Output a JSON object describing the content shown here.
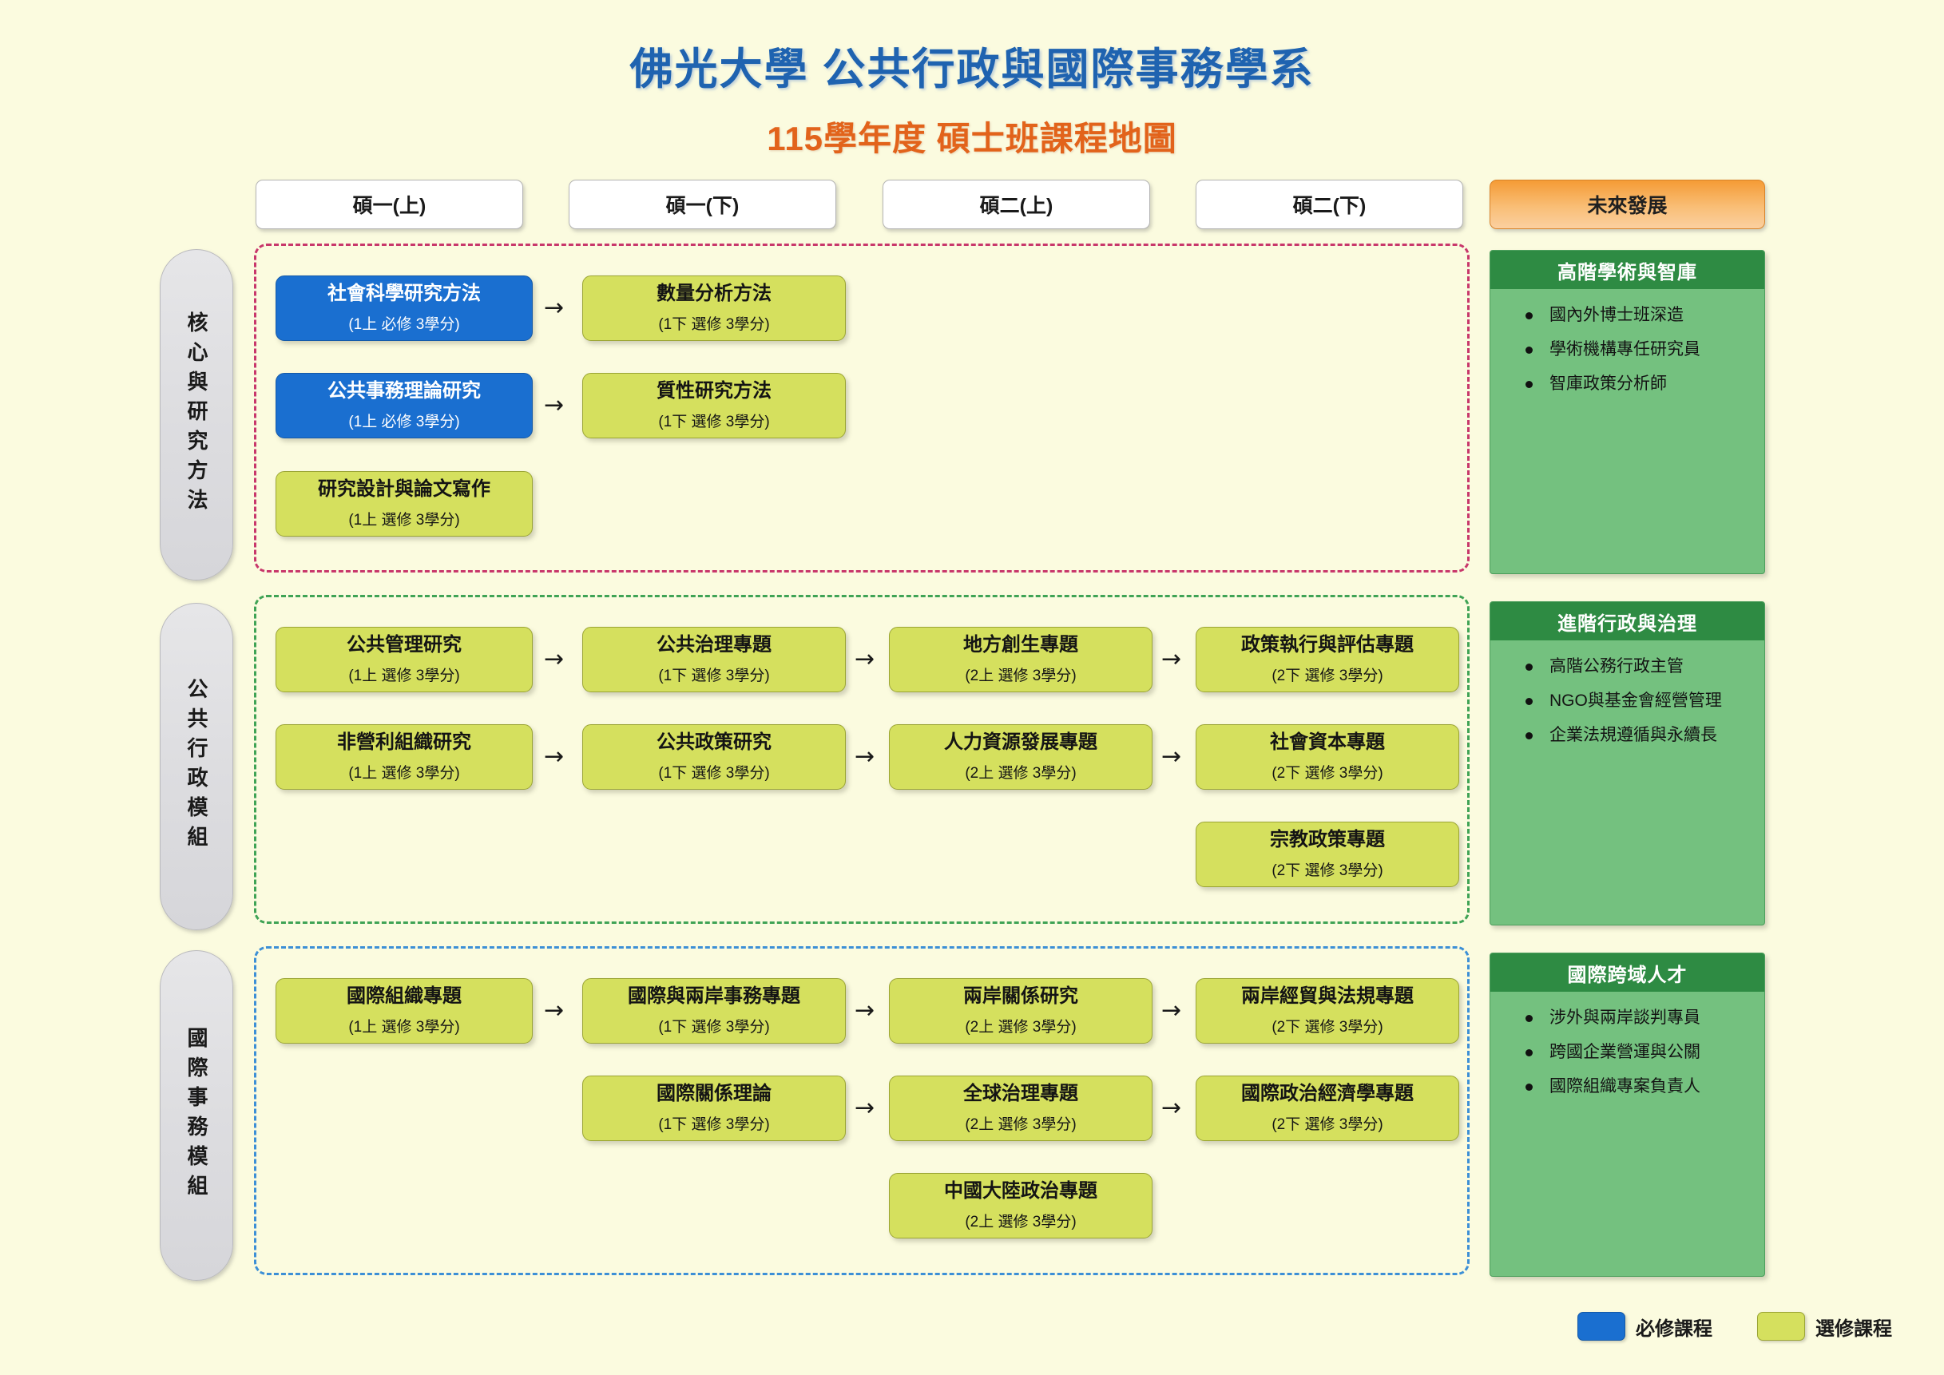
{
  "header": {
    "title_main": "佛光大學 公共行政與國際事務學系",
    "title_sub": "115學年度 碩士班課程地圖",
    "title_color": "#1F63B0",
    "subtitle_color": "#E2631B"
  },
  "columns": [
    {
      "label": "碩一(上)"
    },
    {
      "label": "碩一(下)"
    },
    {
      "label": "碩二(上)"
    },
    {
      "label": "碩二(下)"
    },
    {
      "label": "未來發展"
    }
  ],
  "rows": [
    {
      "sidebar_label": "核心與研究方法",
      "zone_color": "#C8376B",
      "courses": [
        {
          "name": "社會科學研究方法",
          "meta": "(1上 必修 3學分)",
          "type": "required"
        },
        {
          "name": "公共事務理論研究",
          "meta": "(1上 必修 3學分)",
          "type": "required"
        },
        {
          "name": "研究設計與論文寫作",
          "meta": "(1上 選修 3學分)",
          "type": "elective"
        },
        {
          "name": "數量分析方法",
          "meta": "(1下 選修 3學分)",
          "type": "elective"
        },
        {
          "name": "質性研究方法",
          "meta": "(1下 選修 3學分)",
          "type": "elective"
        }
      ]
    },
    {
      "sidebar_label": "公共行政模組",
      "zone_color": "#3FA355",
      "courses": [
        {
          "name": "公共管理研究",
          "meta": "(1上 選修 3學分)",
          "type": "elective"
        },
        {
          "name": "非營利組織研究",
          "meta": "(1上 選修 3學分)",
          "type": "elective"
        },
        {
          "name": "公共治理專題",
          "meta": "(1下 選修 3學分)",
          "type": "elective"
        },
        {
          "name": "公共政策研究",
          "meta": "(1下 選修 3學分)",
          "type": "elective"
        },
        {
          "name": "地方創生專題",
          "meta": "(2上 選修 3學分)",
          "type": "elective"
        },
        {
          "name": "人力資源發展專題",
          "meta": "(2上 選修 3學分)",
          "type": "elective"
        },
        {
          "name": "政策執行與評估專題",
          "meta": "(2下 選修 3學分)",
          "type": "elective"
        },
        {
          "name": "社會資本專題",
          "meta": "(2下 選修 3學分)",
          "type": "elective"
        },
        {
          "name": "宗教政策專題",
          "meta": "(2下 選修 3學分)",
          "type": "elective"
        }
      ]
    },
    {
      "sidebar_label": "國際事務模組",
      "zone_color": "#3C8FD6",
      "courses": [
        {
          "name": "國際組織專題",
          "meta": "(1上 選修 3學分)",
          "type": "elective"
        },
        {
          "name": "國際與兩岸事務專題",
          "meta": "(1下 選修 3學分)",
          "type": "elective"
        },
        {
          "name": "國際關係理論",
          "meta": "(1下 選修 3學分)",
          "type": "elective"
        },
        {
          "name": "兩岸關係研究",
          "meta": "(2上 選修 3學分)",
          "type": "elective"
        },
        {
          "name": "全球治理專題",
          "meta": "(2上 選修 3學分)",
          "type": "elective"
        },
        {
          "name": "中國大陸政治專題",
          "meta": "(2上 選修 3學分)",
          "type": "elective"
        },
        {
          "name": "兩岸經貿與法規專題",
          "meta": "(2下 選修 3學分)",
          "type": "elective"
        },
        {
          "name": "國際政治經濟學專題",
          "meta": "(2下 選修 3學分)",
          "type": "elective"
        }
      ]
    }
  ],
  "future_panels": [
    {
      "title": "高階學術與智庫",
      "items": [
        "國內外博士班深造",
        "學術機構專任研究員",
        "智庫政策分析師"
      ]
    },
    {
      "title": "進階行政與治理",
      "items": [
        "高階公務行政主管",
        "NGO與基金會經營管理",
        "企業法規遵循與永續長"
      ]
    },
    {
      "title": "國際跨域人才",
      "items": [
        "涉外與兩岸談判專員",
        "跨國企業營運與公關",
        "國際組織專案負責人"
      ]
    }
  ],
  "legend": {
    "required_label": "必修課程",
    "required_color": "#1A6FD0",
    "elective_label": "選修課程",
    "elective_color": "#D5E05E"
  },
  "arrow_glyph": "→"
}
